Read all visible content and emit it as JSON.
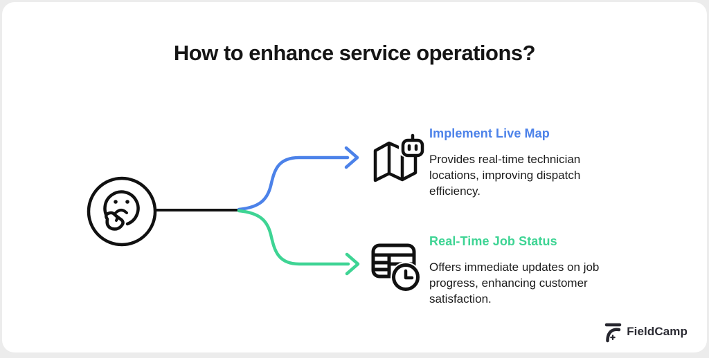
{
  "header": {
    "title": "How to enhance service operations?"
  },
  "root": {
    "icon": "thinking-face-icon"
  },
  "branches": [
    {
      "id": "live-map",
      "heading": "Implement Live Map",
      "description": "Provides real-time technician locations, improving dispatch efficiency.",
      "accent_color": "#4c82e9",
      "icon": "map-robot-icon"
    },
    {
      "id": "job-status",
      "heading": "Real-Time Job Status",
      "description": "Offers immediate updates on job progress, enhancing customer satisfaction.",
      "accent_color": "#3ed494",
      "icon": "table-clock-icon"
    }
  ],
  "logo": {
    "text": "FieldCamp"
  },
  "colors": {
    "page_bg": "#ececec",
    "card_bg": "#ffffff",
    "ink": "#151515",
    "accent_blue": "#4c82e9",
    "accent_green": "#3ed494"
  }
}
